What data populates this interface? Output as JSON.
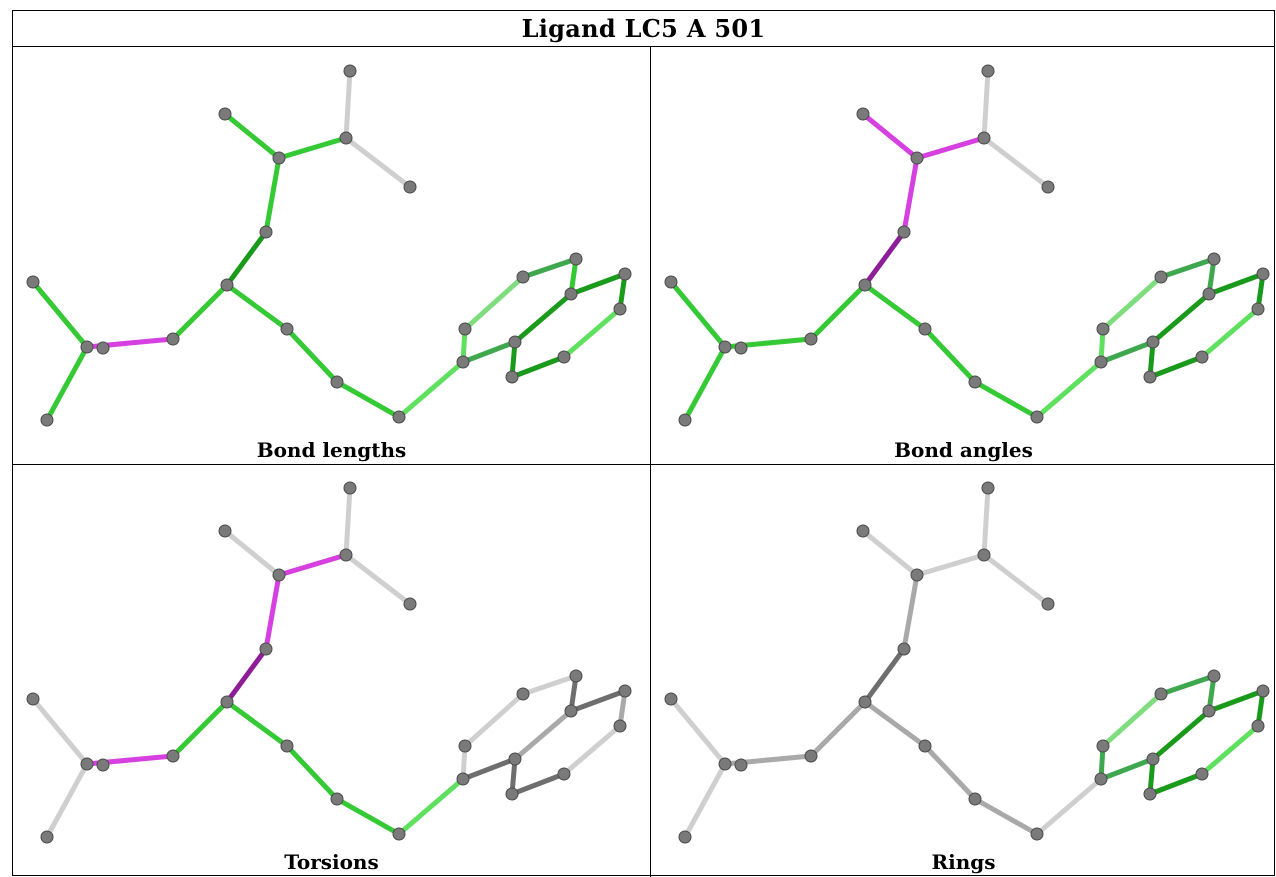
{
  "title": "Ligand LC5 A 501",
  "panels": [
    {
      "id": "bond-lengths",
      "caption": "Bond lengths"
    },
    {
      "id": "bond-angles",
      "caption": "Bond angles"
    },
    {
      "id": "torsions",
      "caption": "Torsions"
    },
    {
      "id": "rings",
      "caption": "Rings"
    }
  ],
  "colors": {
    "magenta": "#d63fe0",
    "dark_magenta": "#8e1d98",
    "green": "#35c935",
    "light_green": "#5fe05f",
    "dark_green": "#1a9a1a",
    "mid_green": "#3fa84f",
    "pale_green": "#7fdc7f",
    "grey": "#a9a9a9",
    "light_grey": "#cfcfcf",
    "dark_grey": "#6e6e6e",
    "atom": "#7a7a7a"
  }
}
